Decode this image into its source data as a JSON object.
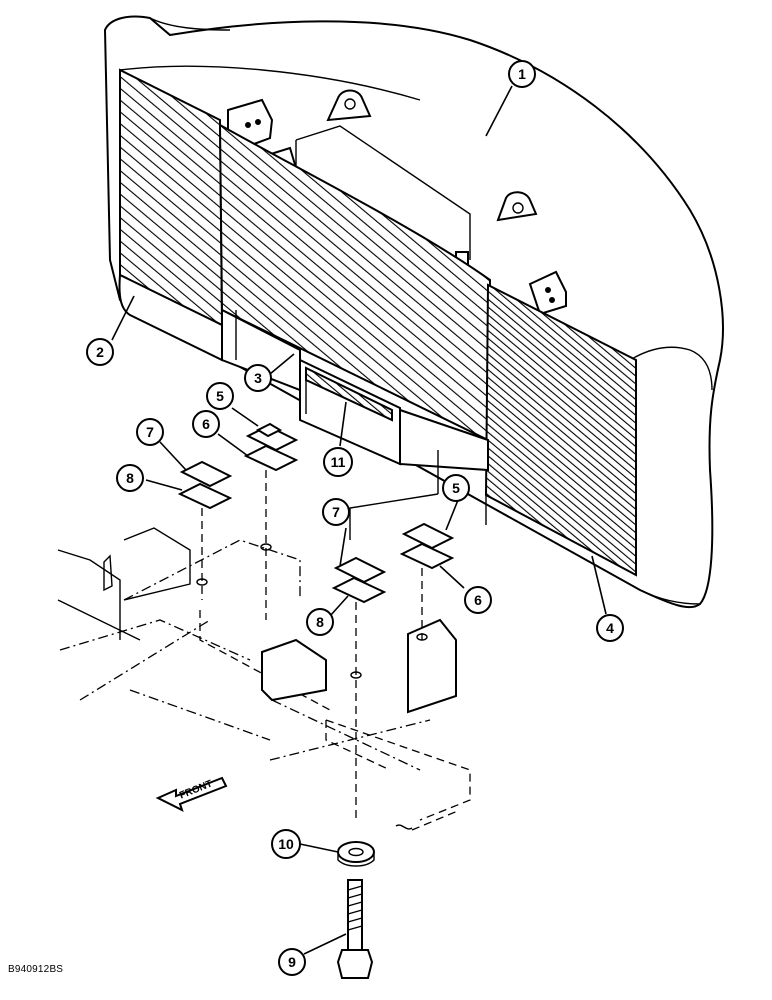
{
  "callouts": [
    {
      "id": "1",
      "label": "1"
    },
    {
      "id": "2",
      "label": "2"
    },
    {
      "id": "3",
      "label": "3"
    },
    {
      "id": "4",
      "label": "4"
    },
    {
      "id": "5a",
      "label": "5"
    },
    {
      "id": "6a",
      "label": "6"
    },
    {
      "id": "7a",
      "label": "7"
    },
    {
      "id": "8a",
      "label": "8"
    },
    {
      "id": "5b",
      "label": "5"
    },
    {
      "id": "6b",
      "label": "6"
    },
    {
      "id": "7b",
      "label": "7"
    },
    {
      "id": "8b",
      "label": "8"
    },
    {
      "id": "11",
      "label": "11"
    },
    {
      "id": "10",
      "label": "10"
    },
    {
      "id": "9",
      "label": "9"
    }
  ],
  "front_arrow_label": "FRONT",
  "drawing_code": "B940912BS"
}
